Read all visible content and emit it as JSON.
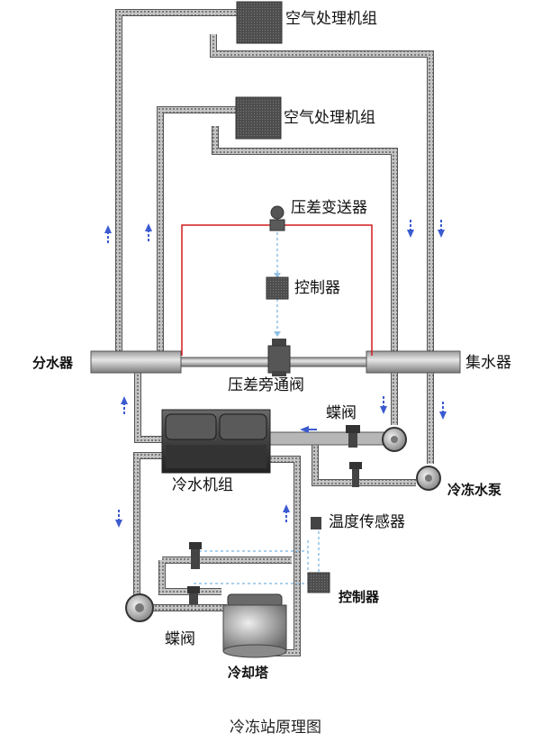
{
  "labels": {
    "ahu_top": "空气处理机组",
    "ahu_mid": "空气处理机组",
    "dp_transmitter": "压差变送器",
    "controller_top": "控制器",
    "distributor": "分水器",
    "collector": "集水器",
    "bypass_valve": "压差旁通阀",
    "butterfly_valve_top": "蝶阀",
    "chiller": "冷水机组",
    "chilled_pump": "冷冻水泵",
    "temp_sensor": "温度传感器",
    "controller_bottom": "控制器",
    "butterfly_valve_bottom": "蝶阀",
    "cooling_tower": "冷却塔",
    "caption": "冷冻站原理图"
  },
  "colors": {
    "pipe": "#b4b4b4",
    "pipe_edge": "#555555",
    "equipment": "#505050",
    "flow_arrow": "#3b5bd0",
    "signal_line": "#d21c1c",
    "dashed_line": "#8fc0e6"
  }
}
